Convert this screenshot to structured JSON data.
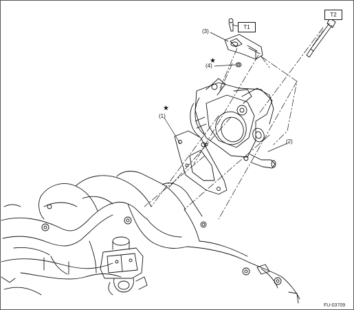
{
  "callouts": {
    "part1": "(1)",
    "part2": "(2)",
    "part3": "(3)",
    "part4": "(4)"
  },
  "torque_labels": {
    "t1": "T1",
    "t2": "T2"
  },
  "symbols": {
    "star": "★"
  },
  "figure_code": "FU-03709",
  "colors": {
    "line": "#111111",
    "background": "#ffffff"
  }
}
